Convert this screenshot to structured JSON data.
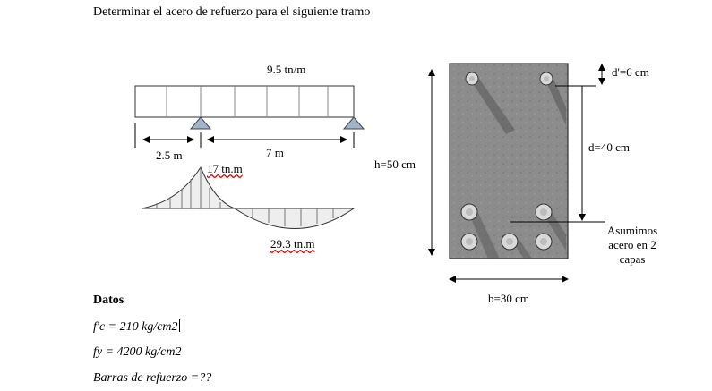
{
  "title": "Determinar el acero de refuerzo para el siguiente tramo",
  "beam": {
    "load_label": "9.5 tn/m",
    "span_left_label": "2.5 m",
    "span_right_label": "7 m"
  },
  "moment": {
    "negative_label": "17 tn.m",
    "positive_label": "29.3 tn.m"
  },
  "section": {
    "height_label": "h=50 cm",
    "d_prime_label": "d'=6 cm",
    "d_label": "d=40 cm",
    "width_label": "b=30 cm",
    "note_line1": "Asumimos",
    "note_line2": "acero en 2",
    "note_line3": "capas"
  },
  "datos": {
    "heading": "Datos",
    "fc": "f′c = 210 kg/cm2",
    "fy": "fy = 4200 kg/cm2",
    "barras": "Barras de refuerzo =??"
  },
  "colors": {
    "support": "#9fb4c9",
    "concrete": "#8e8e8e",
    "bar": "#d9d9d9"
  }
}
